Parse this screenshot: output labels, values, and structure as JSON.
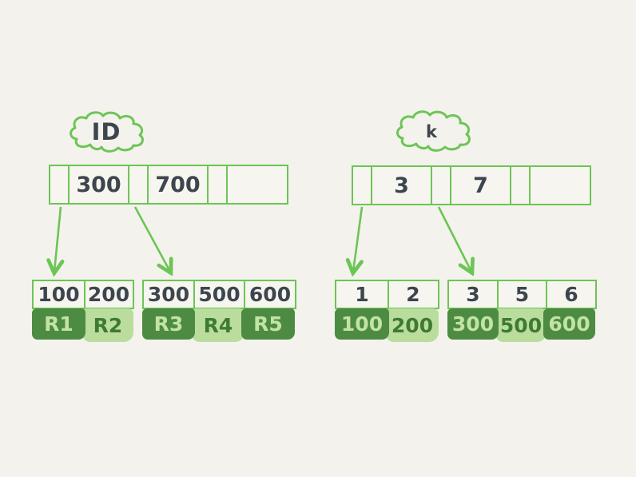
{
  "colors": {
    "background": "#f4f2ec",
    "stroke_green": "#6cc556",
    "dark_green_block": "#4e8b42",
    "light_green_block": "#badd9d",
    "text_charcoal": "#3d464e",
    "text_on_dark": "#c2e3a4",
    "text_on_light": "#3f7a35"
  },
  "left_index": {
    "label": "ID",
    "root": {
      "keys": [
        "300",
        "700",
        ""
      ]
    },
    "leaves": [
      {
        "keys": [
          "100",
          "200"
        ],
        "records": [
          {
            "label": "R1",
            "tone": "dark"
          },
          {
            "label": "R2",
            "tone": "light"
          }
        ]
      },
      {
        "keys": [
          "300",
          "500",
          "600"
        ],
        "records": [
          {
            "label": "R3",
            "tone": "dark"
          },
          {
            "label": "R4",
            "tone": "light"
          },
          {
            "label": "R5",
            "tone": "dark"
          }
        ]
      }
    ]
  },
  "right_index": {
    "label": "k",
    "root": {
      "keys": [
        "3",
        "7",
        ""
      ]
    },
    "leaves": [
      {
        "keys": [
          "1",
          "2"
        ],
        "records": [
          {
            "label": "100",
            "tone": "dark"
          },
          {
            "label": "200",
            "tone": "light"
          }
        ]
      },
      {
        "keys": [
          "3",
          "5",
          "6"
        ],
        "records": [
          {
            "label": "300",
            "tone": "dark"
          },
          {
            "label": "500",
            "tone": "light"
          },
          {
            "label": "600",
            "tone": "dark"
          }
        ]
      }
    ]
  }
}
